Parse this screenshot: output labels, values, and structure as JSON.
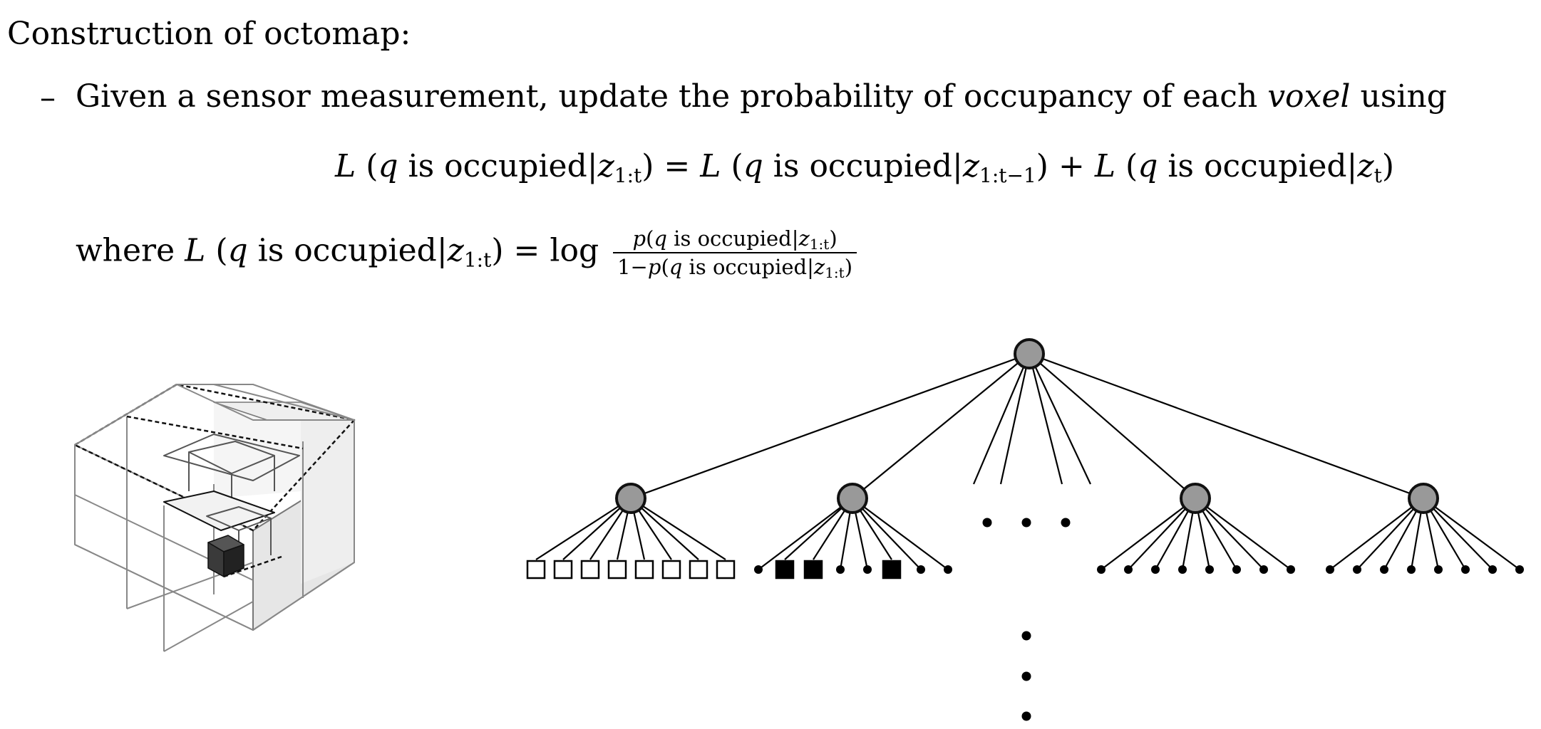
{
  "heading": "Construction of octomap:",
  "bullet": {
    "dash": "–",
    "text_before": "Given a sensor measurement, update the probability of occupancy of each ",
    "text_italic": "voxel",
    "text_after": " using"
  },
  "equation": {
    "L": "L",
    "q": "q",
    "open": " (",
    "close": ")",
    "phrase": " is occupied|",
    "z": "z",
    "sub_all": "1:t",
    "sub_prev": "1:t−1",
    "sub_t": "t",
    "equals": " = ",
    "plus": " + "
  },
  "where": {
    "where_word": "where ",
    "log_word": "log",
    "p": "p",
    "one_minus": "1−",
    "frac_open": "(",
    "frac_close": ")"
  },
  "diagram": {
    "root_fill": "#999999",
    "node_fill": "#999999",
    "occupied_fill": "#000000",
    "free_fill": "#ffffff",
    "occupied_voxel_color": "#3a3a3a",
    "children": [
      {
        "leaves": [
          "free",
          "free",
          "free",
          "free",
          "free",
          "free",
          "free",
          "free"
        ]
      },
      {
        "leaves": [
          "point",
          "occupied",
          "occupied",
          "point",
          "point",
          "occupied",
          "point",
          "point"
        ]
      },
      {
        "leaves": [
          "point",
          "point",
          "point",
          "point",
          "point",
          "point",
          "point",
          "point"
        ]
      },
      {
        "leaves": [
          "point",
          "point",
          "point",
          "point",
          "point",
          "point",
          "point",
          "point"
        ]
      }
    ]
  }
}
